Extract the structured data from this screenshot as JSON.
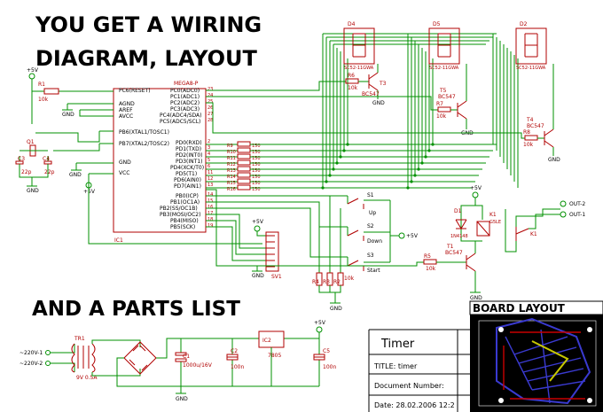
{
  "headline_top": {
    "line1": "YOU GET A WIRING",
    "line2": "DIAGRAM, LAYOUT"
  },
  "headline_bottom": "AND A PARTS LIST",
  "board_layout_label": "BOARD LAYOUT",
  "title_block": {
    "name": "Timer",
    "title": "TITLE:  timer",
    "document": "Document Number:",
    "date": "Date: 28.02.2006 12:2"
  },
  "ic1": {
    "part": "MEGA8-P",
    "ref": "IC1",
    "left_pins": [
      "PC6(RESET)",
      "AGND",
      "AREF",
      "AVCC",
      "PB6(XTAL1/TOSC1)",
      "PB7(XTAL2/TOSC2)",
      "GND",
      "VCC"
    ],
    "right_pins_c": [
      "PC0(ADC0)",
      "PC1(ADC1)",
      "PC2(ADC2)",
      "PC3(ADC3)",
      "PC4(ADC4/SDA)",
      "PC5(ADC5/SCL)"
    ],
    "right_pins_d": [
      "PD0(RXD)",
      "PD1(TXD)",
      "PD2(INT0)",
      "PD3(INT1)",
      "PD4(XCK/T0)",
      "PD5(T1)",
      "PD6(AIN0)",
      "PD7(AIN1)"
    ],
    "right_pins_b": [
      "PB0(ICP)",
      "PB1(OC1A)",
      "PB2(SS/OC1B)",
      "PB3(MOSI/OC2)",
      "PB4(MISO)",
      "PB5(SCK)"
    ],
    "pin_numbers_c": [
      "23",
      "24",
      "25",
      "26",
      "27",
      "28"
    ],
    "pin_numbers_d": [
      "2",
      "3",
      "4",
      "5",
      "6",
      "11",
      "12",
      "13"
    ],
    "pin_numbers_b": [
      "14",
      "15",
      "16",
      "17",
      "18",
      "19"
    ]
  },
  "displays": [
    {
      "ref": "D4",
      "part": "SC52-11GWA"
    },
    {
      "ref": "D5",
      "part": "SC52-11GWA"
    },
    {
      "ref": "D2",
      "part": "SC52-11GWA"
    }
  ],
  "transistors": [
    {
      "ref": "T3",
      "part": "BC547"
    },
    {
      "ref": "T5",
      "part": "BC547"
    },
    {
      "ref": "T4",
      "part": "BC547"
    },
    {
      "ref": "T1",
      "part": "BC547"
    }
  ],
  "resistors": {
    "r1": {
      "ref": "R1",
      "value": "10k"
    },
    "r6": {
      "ref": "R6",
      "value": "10k"
    },
    "r7": {
      "ref": "R7",
      "value": "10k"
    },
    "r8": {
      "ref": "R8",
      "value": "10k"
    },
    "r5": {
      "ref": "R5",
      "value": "10k"
    },
    "segment": [
      "R9",
      "R10",
      "R11",
      "R12",
      "R13",
      "R14",
      "R15",
      "R16"
    ],
    "segment_value": "150",
    "pulldowns": [
      "R4",
      "R3",
      "R2"
    ],
    "pulldown_value": "10k"
  },
  "switches": [
    {
      "ref": "S1",
      "label": "Up"
    },
    {
      "ref": "S2",
      "label": "Down"
    },
    {
      "ref": "S3",
      "label": "Start"
    }
  ],
  "caps": {
    "c3": "C3",
    "c3v": "22p",
    "c4": "C4",
    "c4v": "22p",
    "c1": "C1",
    "c1v": "1000u/16V",
    "c2": "C2",
    "c2v": "100n",
    "c5": "C5",
    "c5v": "100n"
  },
  "quartz": "Q1",
  "relay": {
    "ref": "K1",
    "part": "G5LE",
    "diode": "D1",
    "diode_part": "1N4148"
  },
  "outputs": [
    "OUT-2",
    "OUT-1"
  ],
  "connector": "SV1",
  "transformer": {
    "ref": "TR1",
    "rating": "9V 0.5A"
  },
  "regulator": {
    "ref": "IC2",
    "part": "7805"
  },
  "mains": [
    "~220V-1",
    "~220V-2"
  ],
  "supply": {
    "plus5": "+5V",
    "gnd": "GND"
  },
  "colors": {
    "wire": "#009000",
    "part": "#b00000",
    "board_bg": "#000000",
    "board_trace": "#3a3ad0"
  }
}
